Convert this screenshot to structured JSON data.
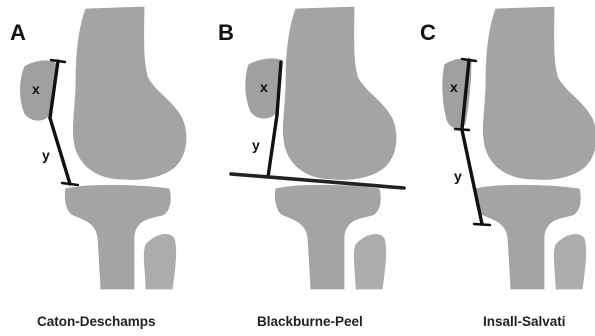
{
  "panels": [
    {
      "letter": "A",
      "x_label": "x",
      "y_label": "y",
      "caption": "Caton-Deschamps"
    },
    {
      "letter": "B",
      "x_label": "x",
      "y_label": "y",
      "caption": "Blackburne-Peel"
    },
    {
      "letter": "C",
      "x_label": "x",
      "y_label": "y",
      "caption": "Insall-Salvati"
    }
  ],
  "colors": {
    "bone": "#a4a4a4",
    "line": "#111111"
  }
}
